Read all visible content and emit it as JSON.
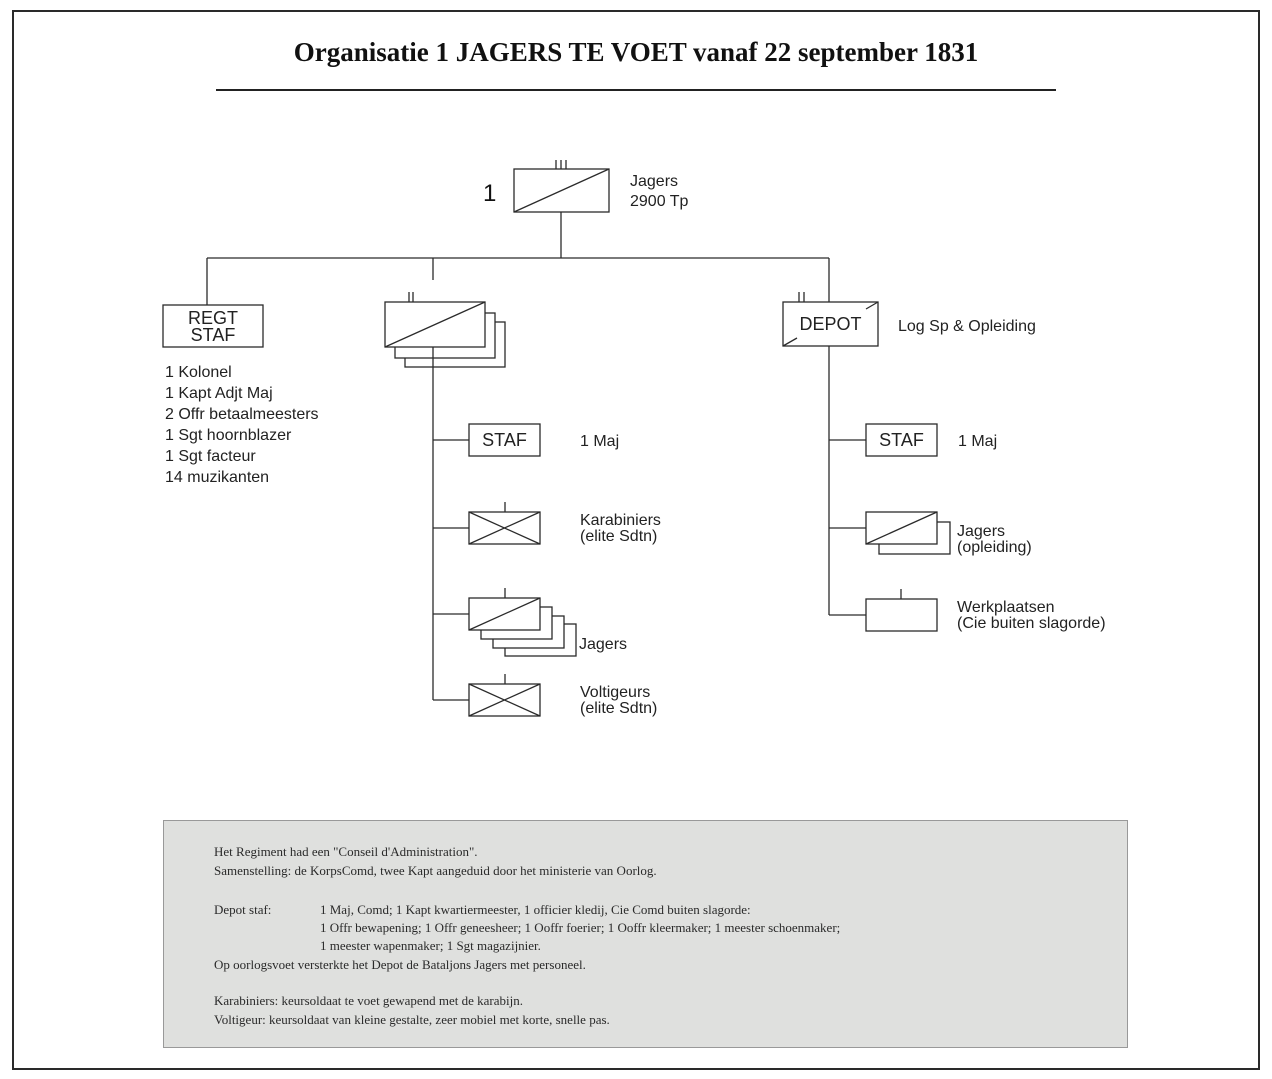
{
  "title": "Organisatie 1 JAGERS TE VOET vanaf 22 september 1831",
  "top_unit": {
    "number": "1",
    "label_line1": "Jagers",
    "label_line2": "2900 Tp"
  },
  "regt_staf": {
    "box_line1": "REGT",
    "box_line2": "STAF",
    "members": [
      "1 Kolonel",
      "1 Kapt Adjt Maj",
      "2 Offr betaalmeesters",
      "1 Sgt hoornblazer",
      "1 Sgt facteur",
      "14 muzikanten"
    ]
  },
  "battalions": {
    "staf_box": "STAF",
    "staf_label": "1 Maj",
    "karabiniers_line1": "Karabiniers",
    "karabiniers_line2": "(elite Sdtn)",
    "jagers_label": "Jagers",
    "voltigeurs_line1": "Voltigeurs",
    "voltigeurs_line2": "(elite Sdtn)"
  },
  "depot": {
    "box": "DEPOT",
    "label": "Log Sp & Opleiding",
    "staf_box": "STAF",
    "staf_label": "1 Maj",
    "jagers_line1": "Jagers",
    "jagers_line2": "(opleiding)",
    "werkplaatsen_line1": "Werkplaatsen",
    "werkplaatsen_line2": "(Cie buiten slagorde)"
  },
  "notes": {
    "line1": "Het Regiment had een \"Conseil d'Administration\".",
    "line2": "Samenstelling: de KorpsComd, twee Kapt aangeduid door het ministerie van Oorlog.",
    "depot_label": "Depot staf:",
    "depot1": "1 Maj, Comd; 1 Kapt kwartiermeester, 1 officier kledij, Cie Comd buiten slagorde:",
    "depot2": "1 Offr bewapening; 1 Offr geneesheer; 1 Ooffr foerier; 1 Ooffr kleermaker; 1 meester schoenmaker;",
    "depot3": "1 meester wapenmaker; 1 Sgt magazijnier.",
    "line3": "Op oorlogsvoet versterkte het Depot de Bataljons Jagers met personeel.",
    "line4": "Karabiniers: keursoldaat te voet gewapend met de karabijn.",
    "line5": "Voltigeur: keursoldaat van kleine gestalte, zeer mobiel met korte, snelle pas."
  }
}
